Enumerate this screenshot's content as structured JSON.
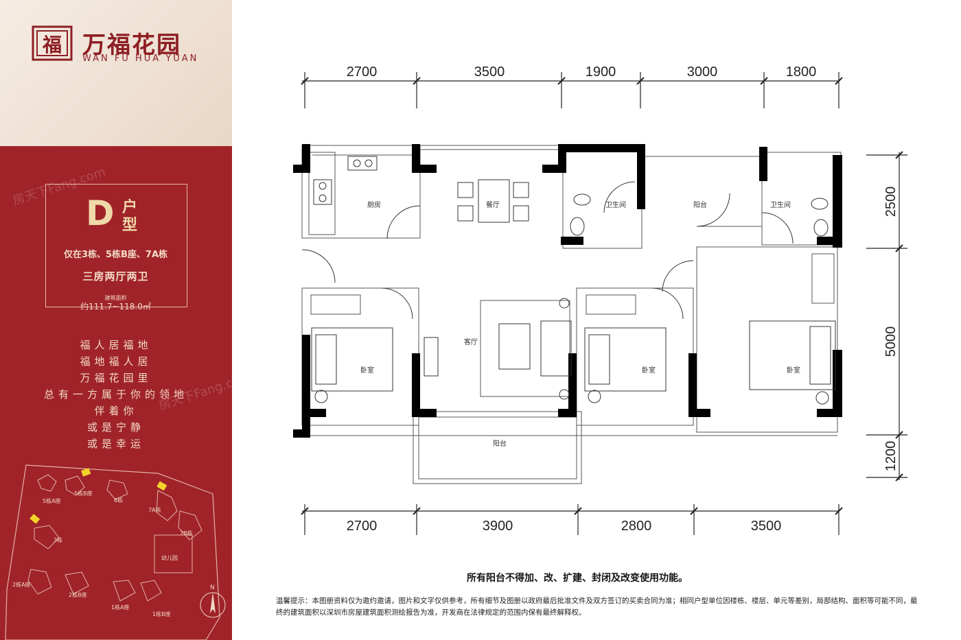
{
  "brand": {
    "name_cn": "万福花园",
    "name_en": "WAN FU HUA YUAN",
    "logo_glyph": "福"
  },
  "unit": {
    "letter": "D",
    "word": "户型",
    "buildings": "仅在3栋、5栋B座、7A栋",
    "layout": "三房两厅两卫",
    "area_label": "建筑面积",
    "area": "约111.7~118.0㎡"
  },
  "poem": [
    "福人居福地",
    "福地福人居",
    "万福花园里",
    "总有一方属于你的领地",
    "伴着你",
    "或是宁静",
    "或是幸运"
  ],
  "site_map": {
    "labels": [
      "5栋A座",
      "5栋B座",
      "6栋",
      "7A栋",
      "7B栋",
      "3栋",
      "幼儿园",
      "2栋A座",
      "2栋B座",
      "1栋A座",
      "1栋B座"
    ],
    "north": "N"
  },
  "watermark": "房天下Fang.com",
  "floorplan": {
    "top_dims": [
      "2700",
      "3500",
      "1900",
      "3000",
      "1800"
    ],
    "bottom_dims": [
      "2700",
      "3900",
      "2800",
      "3500"
    ],
    "right_dims": [
      "2500",
      "5000",
      "1200"
    ],
    "rooms": {
      "kitchen": "厨房",
      "dining": "餐厅",
      "bath1": "卫生间",
      "balcony_top": "阳台",
      "bath2": "卫生间",
      "living": "客厅",
      "bedroom1": "卧室",
      "bedroom2": "卧室",
      "bedroom3": "卧室",
      "balcony_bottom": "阳台"
    }
  },
  "notice": "所有阳台不得加、改、扩建、封闭及改变使用功能。",
  "disclaimer": "温馨提示：本图册资料仅为邀约邀请，图片和文字仅供参考，所有细节及图册以政府最后批准文件及双方签订的买卖合同为准；相同户型单位因楼栋、楼层、单元等差别，局部结构、面积等可能不同，最终的建筑面积以深圳市房屋建筑面积测绘报告为准，开发商在法律规定的范围内保有最终解释权。"
}
